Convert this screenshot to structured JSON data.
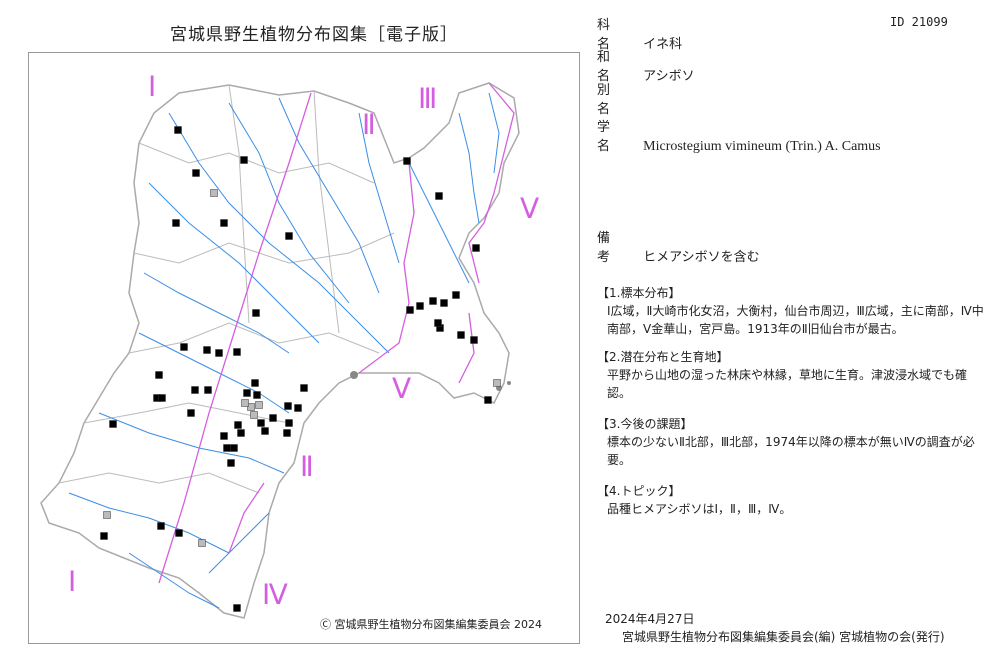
{
  "title": "宮城県野生植物分布図集［電子版］",
  "id_label": "ID 21099",
  "family": {
    "label": "科 名",
    "value": "イネ科"
  },
  "japanese_name": {
    "label": "和 名",
    "value": "アシボソ"
  },
  "alias": {
    "label": "別 名",
    "value": ""
  },
  "scientific_name": {
    "label": "学 名",
    "value": "Microstegium vimineum (Trin.) A. Camus"
  },
  "notes": {
    "label": "備 考",
    "value": "ヒメアシボソを含む"
  },
  "sections": [
    {
      "head": "【1.標本分布】",
      "body": "Ⅰ広域，Ⅱ大崎市化女沼，大衡村，仙台市周辺，Ⅲ広域，主に南部，Ⅳ中南部，Ⅴ金華山，宮戸島。1913年のⅡ旧仙台市が最古。"
    },
    {
      "head": "【2.潜在分布と生育地】",
      "body": "平野から山地の湿った林床や林縁，草地に生育。津波浸水域でも確認。"
    },
    {
      "head": "【3.今後の課題】",
      "body": "標本の少ないⅡ北部，Ⅲ北部，1974年以降の標本が無いⅣの調査が必要。"
    },
    {
      "head": "【4.トピック】",
      "body": "品種ヒメアシボソはⅠ，Ⅱ，Ⅲ，Ⅳ。"
    }
  ],
  "copyright": "Ⓒ 宮城県野生植物分布図集編集委員会 2024",
  "date": "2024年4月27日",
  "publisher": "宮城県野生植物分布図集編集委員会(編) 宮城植物の会(発行)",
  "zone_labels": [
    "Ⅰ",
    "Ⅱ",
    "Ⅲ",
    "Ⅴ",
    "Ⅴ",
    "Ⅱ",
    "Ⅰ",
    "Ⅳ"
  ],
  "colors": {
    "zone_label": "#d55ee0",
    "river": "#3a8ee6",
    "marker": "#000000",
    "boundary": "#aaaaaa"
  }
}
